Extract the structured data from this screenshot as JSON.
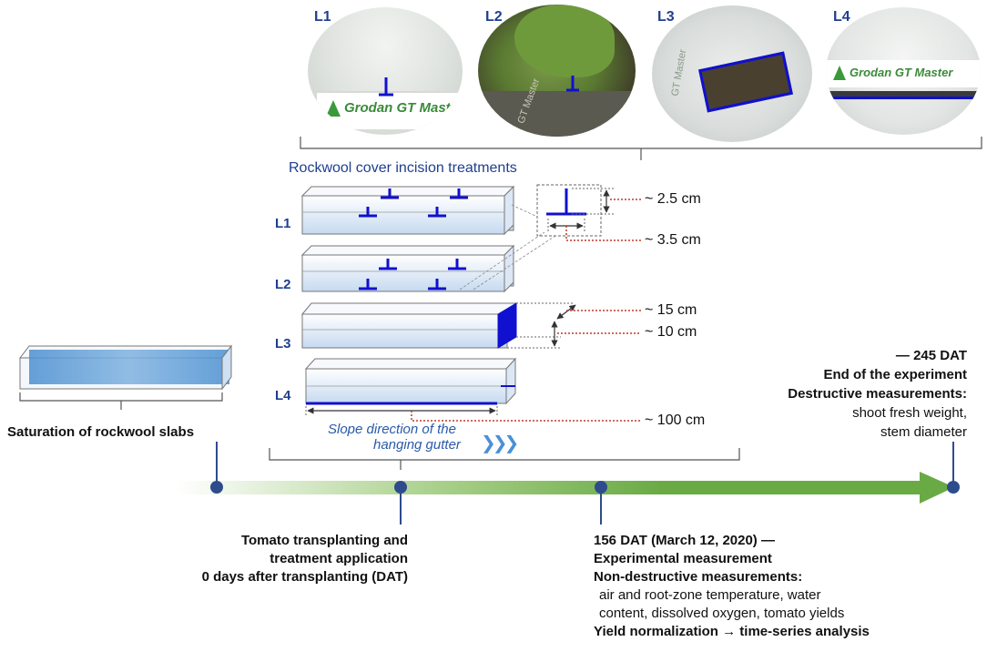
{
  "photos": {
    "L1": "L1",
    "L2": "L2",
    "L3": "L3",
    "L4": "L4",
    "slab_brand": "Grodan GT Master",
    "slab_brand_small": "GT Master"
  },
  "treatments": {
    "heading": "Rockwool cover incision treatments",
    "labels": [
      "L1",
      "L2",
      "L3",
      "L4"
    ]
  },
  "dimensions": {
    "d1": "~ 2.5 cm",
    "d2": "~ 3.5 cm",
    "d3": "~ 15 cm",
    "d4": "~ 10 cm",
    "d5": "~ 100 cm"
  },
  "slope": {
    "line1": "Slope direction of the",
    "line2": "hanging gutter",
    "arrows": "❯❯❯"
  },
  "saturation": "Saturation of rockwool slabs",
  "events": {
    "transplant": {
      "l1": "Tomato transplanting and",
      "l2": "treatment application",
      "l3": "0 days after transplanting (DAT)"
    },
    "mid": {
      "l1": "156 DAT (March 12, 2020) —",
      "l2": "Experimental measurement",
      "l3": "Non-destructive measurements:",
      "l4": "air and root-zone temperature, water",
      "l5": "content, dissolved oxygen, tomato yields",
      "l6": "Yield normalization → time-series analysis"
    },
    "end": {
      "l1": "— 245 DAT",
      "l2": "End of the experiment",
      "l3": "Destructive measurements:",
      "l4": "shoot fresh weight,",
      "l5": "stem diameter"
    }
  },
  "colors": {
    "accent_blue": "#1f3f8f",
    "marker_blue": "#1010d0",
    "timeline_green": "#6aaa45",
    "dot_navy": "#2e4c8c",
    "guide_red": "#c0392b"
  }
}
